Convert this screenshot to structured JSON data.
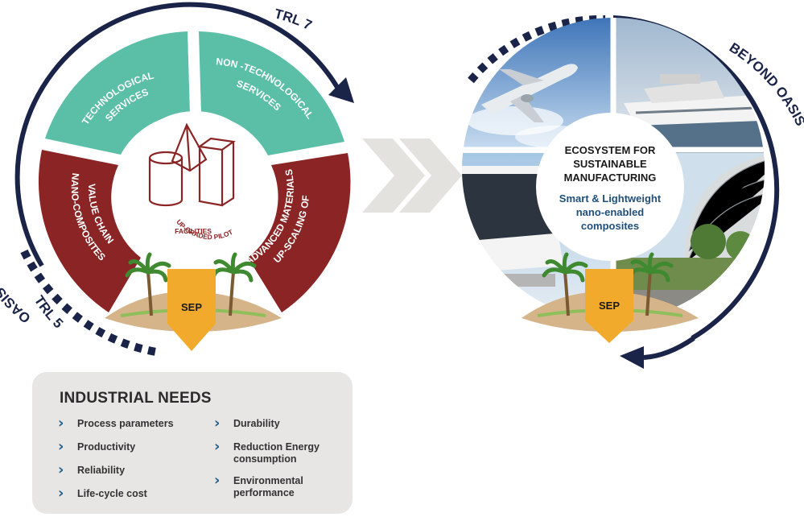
{
  "left_cycle": {
    "arc_label": "OASIS TIMELINE",
    "trl_top": "TRL 7",
    "trl_bottom": "TRL 5",
    "segments": {
      "technological": [
        "TECHNOLOGICAL",
        "SERVICES"
      ],
      "non_technological": [
        "NON -TECHNOLOGICAL",
        "SERVICES"
      ],
      "nano_composites": [
        "NANO-COMPOSITES",
        "VALUE CHAIN"
      ],
      "upscaling": [
        "UP-SCALING OF",
        "ADVANCED MATERIALS"
      ]
    },
    "center_label": [
      "UP-GRADED PILOT",
      "FACILITIES"
    ],
    "sep_label": "SEP"
  },
  "right_cycle": {
    "arc_label": "BEYOND OASIS",
    "center_title": [
      "ECOSYSTEM FOR",
      "SUSTAINABLE",
      "MANUFACTURING"
    ],
    "center_subtitle": [
      "Smart & Lightweight",
      "nano-enabled",
      "composites"
    ],
    "sep_label": "SEP",
    "photos": [
      "airplane-photo",
      "yacht-photo",
      "bus-photo",
      "building-photo"
    ]
  },
  "colors": {
    "teal": "#5bbfa8",
    "maroon": "#8b2424",
    "navy": "#1a2348",
    "sep": "#f2aa2c",
    "chevron": "#e4e2de"
  },
  "industrial_needs": {
    "title": "INDUSTRIAL NEEDS",
    "left_items": [
      "Process parameters",
      "Productivity",
      "Reliability",
      "Life-cycle cost"
    ],
    "right_items": [
      "Durability",
      "Reduction Energy consumption",
      "Environmental performance"
    ],
    "right_items_lines": [
      [
        "Durability"
      ],
      [
        "Reduction Energy",
        "consumption"
      ],
      [
        "Environmental",
        "performance"
      ]
    ]
  }
}
